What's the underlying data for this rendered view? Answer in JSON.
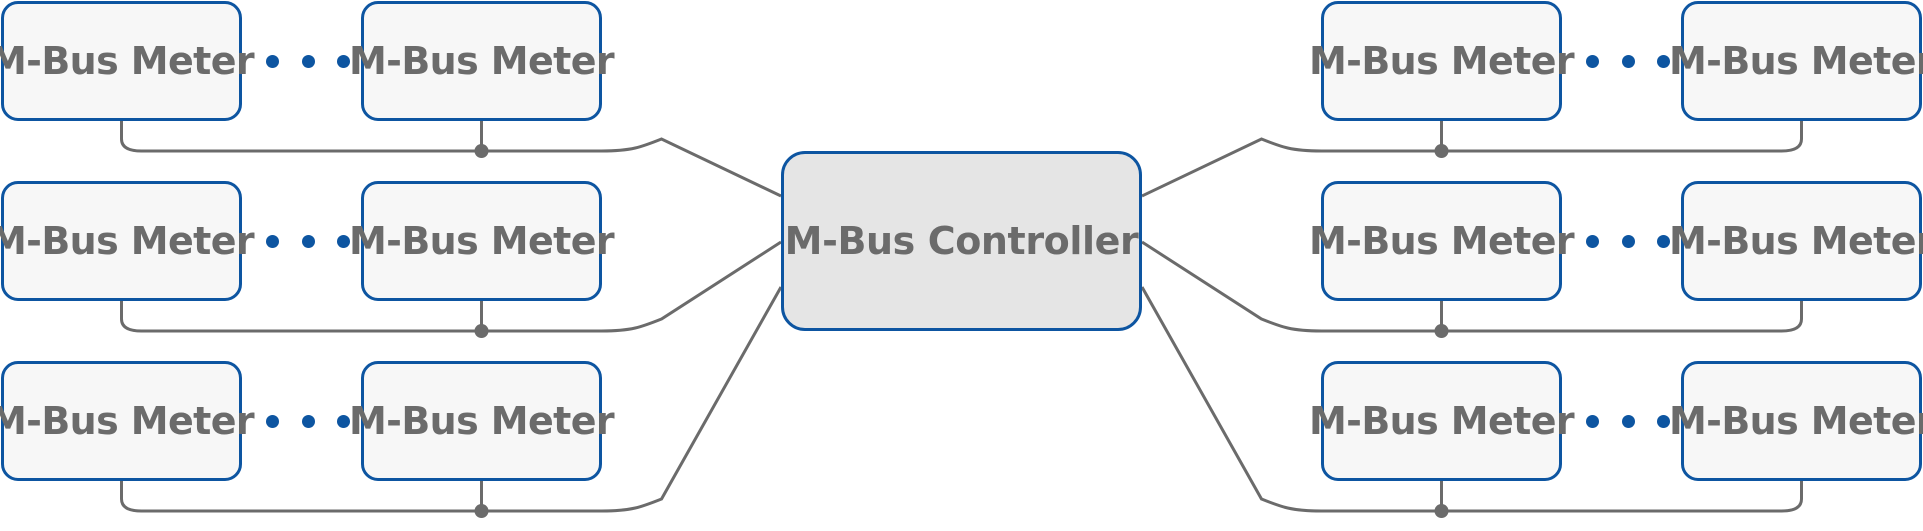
{
  "diagram": {
    "controller_label": "M-Bus Controller",
    "meter_label": "M-Bus Meter",
    "groups": [
      {
        "side": "left",
        "row": 1
      },
      {
        "side": "left",
        "row": 2
      },
      {
        "side": "left",
        "row": 3
      },
      {
        "side": "right",
        "row": 1
      },
      {
        "side": "right",
        "row": 2
      },
      {
        "side": "right",
        "row": 3
      }
    ],
    "colors": {
      "box_border": "#0d55a1",
      "meter_fill": "#f7f7f7",
      "controller_fill": "#e5e5e5",
      "text": "#6b6b6b",
      "wire": "#6b6b6b",
      "ellipsis_dots": "#0d55a1"
    }
  }
}
